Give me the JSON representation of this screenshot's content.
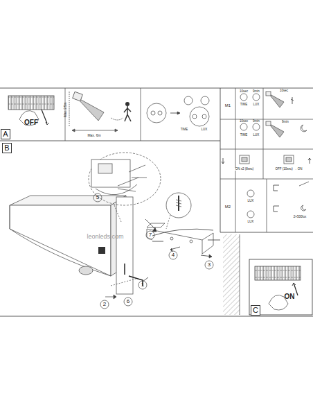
{
  "diagram": {
    "nodes": [
      {
        "text": [
          "A"
        ]
      },
      {
        "text": [
          "B"
        ]
      },
      {
        "text": [
          "C"
        ]
      }
    ],
    "labels": [
      "OFF",
      "Max. 6m",
      "Max. 2.5m",
      "TIME",
      "LUX",
      "M1",
      "10sec",
      "9min",
      "TIME",
      "LUX",
      "10sec",
      "10sec",
      "9min",
      "TIME",
      "LUX",
      "9min",
      "ON x2 (8sec)",
      "OFF (10sec) → ON",
      "M2",
      "LUX",
      "LUX",
      "2×500lux",
      "5",
      "7",
      "4",
      "3",
      "1",
      "2",
      "6",
      "ON",
      "leonleds.com"
    ]
  }
}
